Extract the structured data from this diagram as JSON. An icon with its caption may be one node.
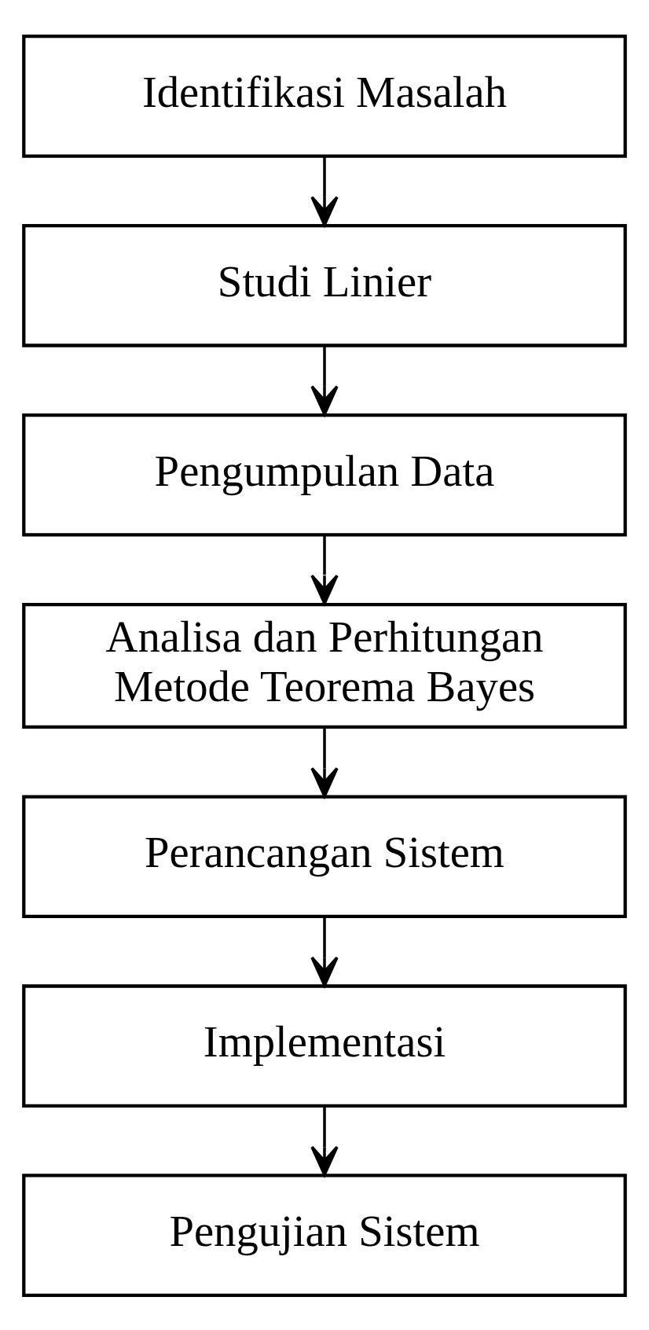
{
  "diagram": {
    "nodes": [
      {
        "text": [
          "Identifikasi Masalah"
        ]
      },
      {
        "text": [
          "Studi Linier"
        ]
      },
      {
        "text": [
          "Pengumpulan Data"
        ]
      },
      {
        "text": [
          "Analisa dan Perhitungan Metode Teorema Bayes"
        ]
      },
      {
        "text": [
          "Perancangan Sistem"
        ]
      },
      {
        "text": [
          "Implementasi"
        ]
      },
      {
        "text": [
          "Pengujian Sistem"
        ]
      }
    ],
    "edges": [
      {
        "from": 0,
        "to": 1,
        "arrow": "to"
      },
      {
        "from": 1,
        "to": 2,
        "arrow": "to"
      },
      {
        "from": 2,
        "to": 3,
        "arrow": "to"
      },
      {
        "from": 3,
        "to": 4,
        "arrow": "to"
      },
      {
        "from": 4,
        "to": 5,
        "arrow": "to"
      },
      {
        "from": 5,
        "to": 6,
        "arrow": "to"
      }
    ]
  }
}
